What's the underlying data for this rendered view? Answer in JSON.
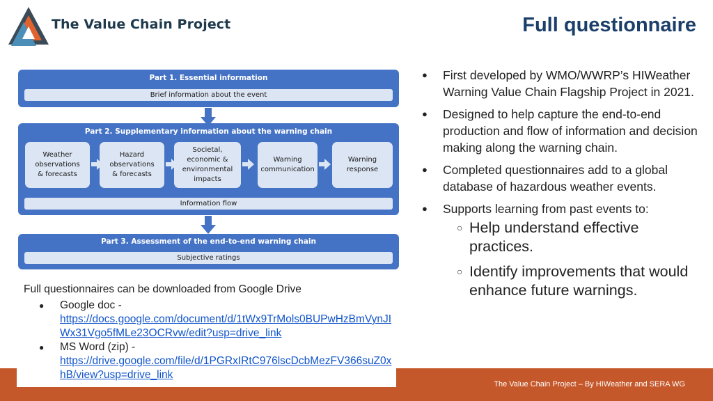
{
  "brand": {
    "name": "The Value Chain Project"
  },
  "slide": {
    "title": "Full questionnaire"
  },
  "diagram": {
    "part1": {
      "title": "Part 1. Essential information",
      "bar": "Brief information about the event"
    },
    "part2": {
      "title": "Part 2. Supplementary information about the warning chain",
      "boxes": [
        "Weather\nobservations\n& forecasts",
        "Hazard\nobservations\n& forecasts",
        "Societal,\neconomic &\nenvironmental\nimpacts",
        "Warning\ncommunication",
        "Warning\nresponse"
      ],
      "bar": "Information flow"
    },
    "part3": {
      "title": "Part 3. Assessment of the end-to-end warning chain",
      "bar": "Subjective ratings"
    }
  },
  "bullets": [
    "First developed by WMO/WWRP’s HIWeather Warning Value Chain Flagship Project in 2021.",
    "Designed to help capture the end-to-end production and flow of information and decision making along the warning chain.",
    "Completed questionnaires add to a global database of hazardous weather events.",
    "Supports learning from past events to:"
  ],
  "sub_bullets": [
    "Help understand effective practices.",
    "Identify improvements that would enhance future warnings."
  ],
  "downloads": {
    "heading": "Full questionnaires can be downloaded from Google Drive",
    "items": [
      {
        "label": "Google doc -",
        "url": "https://docs.google.com/document/d/1tWx9TrMols0BUPwHzBmVynJIWx31Vgo5fMLe23OCRvw/edit?usp=drive_link"
      },
      {
        "label": "MS Word (zip) -",
        "url": "https://drive.google.com/file/d/1PGRxIRtC976lscDcbMezFV366suZ0xhB/view?usp=drive_link"
      }
    ]
  },
  "footer": {
    "text": "The Value Chain Project – By HIWeather and SERA WG"
  },
  "colors": {
    "title": "#1b3f6a",
    "diagram_blue": "#4472c4",
    "diagram_light": "#dce5f3",
    "accent_orange": "#c5582a",
    "link": "#1155cc"
  },
  "icons": {
    "logo": "triangle-logo-icon",
    "bullet": "filled-circle",
    "sub_bullet": "hollow-circle"
  }
}
